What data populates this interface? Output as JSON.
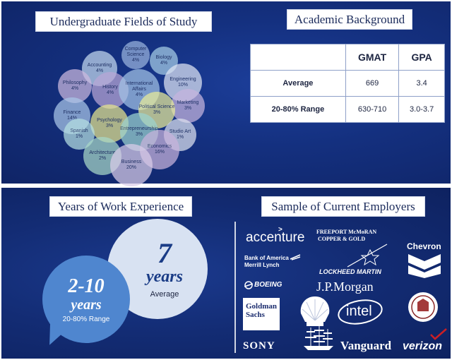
{
  "top_panel": {
    "fields": {
      "title": "Undergraduate Fields of Study",
      "items": [
        {
          "name": "Computer Science",
          "pct": "4%",
          "color": "#9ab4de"
        },
        {
          "name": "Biology",
          "pct": "4%",
          "color": "#a6cde6"
        },
        {
          "name": "Accounting",
          "pct": "4%",
          "color": "#c4d9ef"
        },
        {
          "name": "Engineering",
          "pct": "10%",
          "color": "#dfe5f4"
        },
        {
          "name": "History",
          "pct": "4%",
          "color": "#b9a7d6"
        },
        {
          "name": "International Affairs",
          "pct": "4%",
          "color": "#a3c3e6"
        },
        {
          "name": "Philosophy",
          "pct": "4%",
          "color": "#ccb9df"
        },
        {
          "name": "Marketing",
          "pct": "3%",
          "color": "#c6b5de"
        },
        {
          "name": "Political Science",
          "pct": "3%",
          "color": "#e9ec9a"
        },
        {
          "name": "Finance",
          "pct": "14%",
          "color": "#a9c6e8"
        },
        {
          "name": "Psychology",
          "pct": "3%",
          "color": "#e6e58e"
        },
        {
          "name": "Studio Art",
          "pct": "1%",
          "color": "#dde2ef"
        },
        {
          "name": "Spanish",
          "pct": "1%",
          "color": "#b6e0e2"
        },
        {
          "name": "Entrepreneurship",
          "pct": "3%",
          "color": "#9cd3cf"
        },
        {
          "name": "Architecture",
          "pct": "2%",
          "color": "#a8d8c8"
        },
        {
          "name": "Economics",
          "pct": "16%",
          "color": "#c9b4dc"
        },
        {
          "name": "Business",
          "pct": "20%",
          "color": "#dacde9"
        }
      ]
    },
    "academic": {
      "title": "Academic Background",
      "columns": [
        "",
        "GMAT",
        "GPA"
      ],
      "rows": [
        {
          "label": "Average",
          "gmat": "669",
          "gpa": "3.4"
        },
        {
          "label": "20-80% Range",
          "gmat": "630-710",
          "gpa": "3.0-3.7"
        }
      ]
    }
  },
  "bottom_panel": {
    "work": {
      "title": "Years of Work Experience",
      "average_value": "7",
      "average_unit": "years",
      "average_label": "Average",
      "range_value": "2-10",
      "range_unit": "years",
      "range_label": "20-80% Range"
    },
    "employers": {
      "title": "Sample of Current Employers",
      "logos": {
        "accenture": "accenture",
        "freeport_1": "FREEPORT McMoRAN",
        "freeport_2": "COPPER & GOLD",
        "chevron": "Chevron",
        "bofa_1": "Bank of America",
        "bofa_2": "Merrill Lynch",
        "lockheed": "LOCKHEED MARTIN",
        "boeing": "BOEING",
        "jpmorgan": "J.P.Morgan",
        "goldman_1": "Goldman",
        "goldman_2": "Sachs",
        "intel": "intel",
        "sony": "SONY",
        "vanguard": "Vanguard",
        "verizon": "verizon"
      },
      "icons": [
        "shell-logo-icon",
        "chevron-logo-icon",
        "federal-reserve-seal-icon",
        "tall-ship-icon",
        "lockheed-star-icon",
        "bofa-flag-icon",
        "boeing-logo-icon"
      ]
    }
  }
}
